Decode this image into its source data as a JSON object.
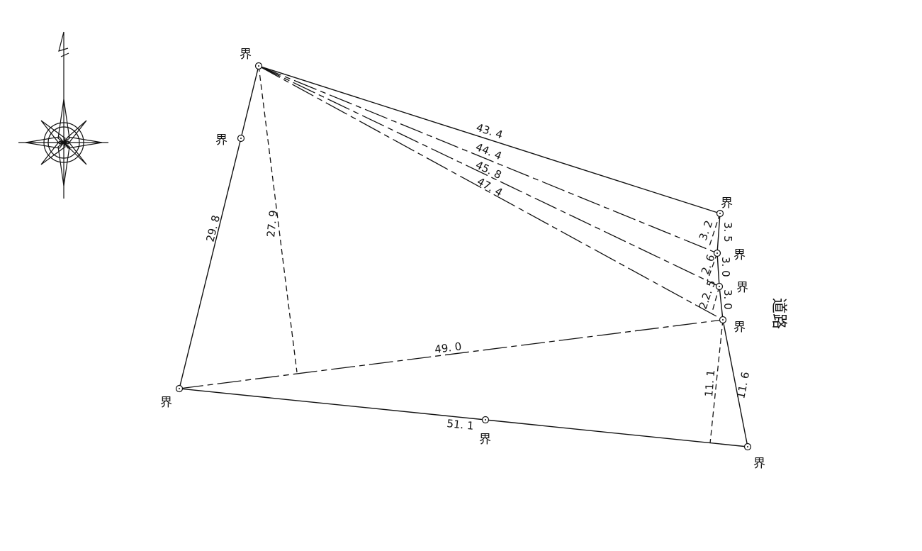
{
  "boundary_label": "界",
  "road_label": "道路",
  "distances": {
    "top_diag_1": "43. 4",
    "top_diag_2": "44. 4",
    "top_diag_3": "45. 8",
    "top_diag_4": "47. 4",
    "base_diag": "49. 0",
    "bottom_side": "51. 1",
    "left_side": "29. 8",
    "height_left": "27. 9",
    "height_right": "11. 1",
    "right_lower_side": "11. 6",
    "road_seg_1": "3. 5",
    "road_seg_2": "3. 0",
    "road_seg_3": "3. 0",
    "offset_1": "3. 2",
    "offset_2": "2. 6",
    "offset_3": "2. 5",
    "offset_4": "2."
  }
}
